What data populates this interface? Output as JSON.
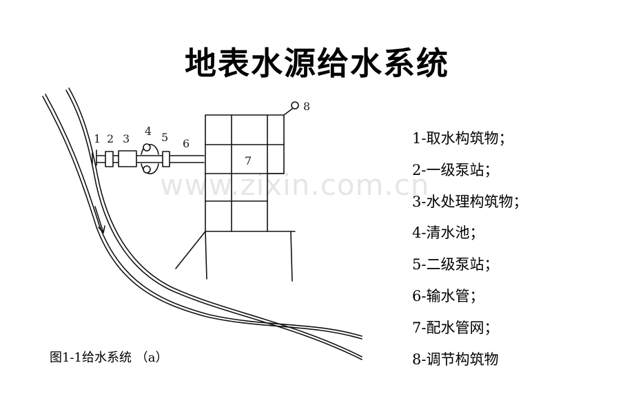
{
  "title": "地表水源给水系统",
  "watermark": "www.zixin.com.cn",
  "diagram": {
    "labels": [
      "1",
      "2",
      "3",
      "4",
      "5",
      "6",
      "7",
      "8"
    ],
    "caption": "图1-1给水系统 （a）"
  },
  "legend": [
    "1-取水构筑物；",
    "2-一级泵站；",
    "3-水处理构筑物；",
    "4-清水池；",
    "5-二级泵站；",
    "6-输水管；",
    "7-配水管网；",
    "8-调节构筑物"
  ]
}
